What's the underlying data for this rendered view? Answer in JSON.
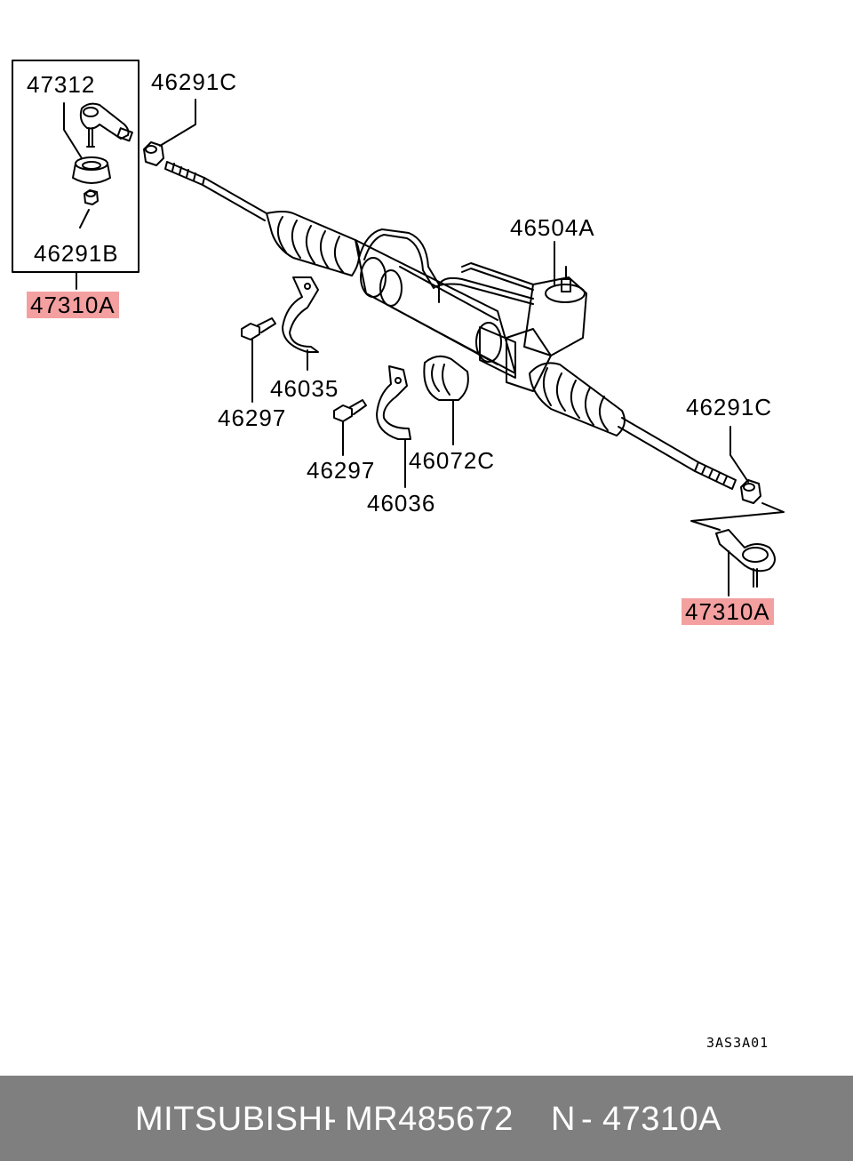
{
  "labels": {
    "p47312": "47312",
    "p46291C_top": "46291C",
    "p46291B": "46291B",
    "p47310A_left": "47310A",
    "p46504A": "46504A",
    "p46035": "46035",
    "p46297_a": "46297",
    "p46297_b": "46297",
    "p46072C": "46072C",
    "p46036": "46036",
    "p46291C_right": "46291C",
    "p47310A_right": "47310A",
    "drawing_code": "3AS3A01"
  },
  "footer": {
    "brand": "MITSUBISHI",
    "separator": "-",
    "part_number": "MR485672",
    "position": "N",
    "separator2": "-",
    "diagram_ref": "47310A"
  },
  "colors": {
    "highlight": "#f4a0a0",
    "footer_bg": "#7f7f7f",
    "footer_text": "#ffffff",
    "line": "#000000"
  }
}
